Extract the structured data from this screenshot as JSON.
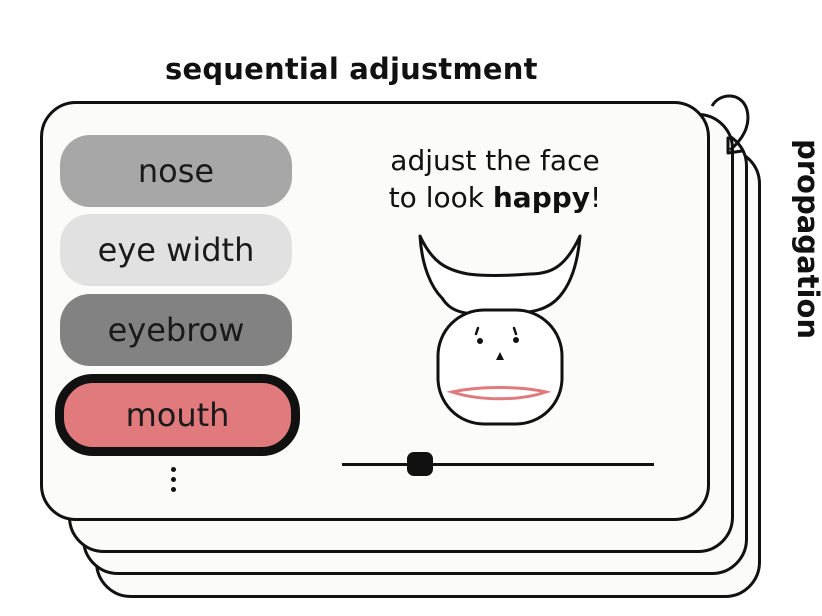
{
  "header": {
    "title": "sequential adjustment"
  },
  "side": {
    "label": "propagation"
  },
  "features": [
    {
      "label": "nose",
      "fill": "#a7a7a7",
      "selected": false
    },
    {
      "label": "eye width",
      "fill": "#e1e1e1",
      "selected": false
    },
    {
      "label": "eyebrow",
      "fill": "#828282",
      "selected": false
    },
    {
      "label": "mouth",
      "fill": "#e07a7d",
      "selected": true
    }
  ],
  "instruction": {
    "line1": "adjust the face",
    "line2_prefix": "to look ",
    "emotion": "happy",
    "line2_suffix": "!"
  },
  "slider": {
    "value": 0.25
  },
  "colors": {
    "ink": "#111111",
    "mouth_accent": "#e07a7d",
    "card_bg": "#fbfbf9"
  },
  "icons": {
    "loop": "loop-arrow-icon",
    "more": "vertical-ellipsis-icon"
  }
}
